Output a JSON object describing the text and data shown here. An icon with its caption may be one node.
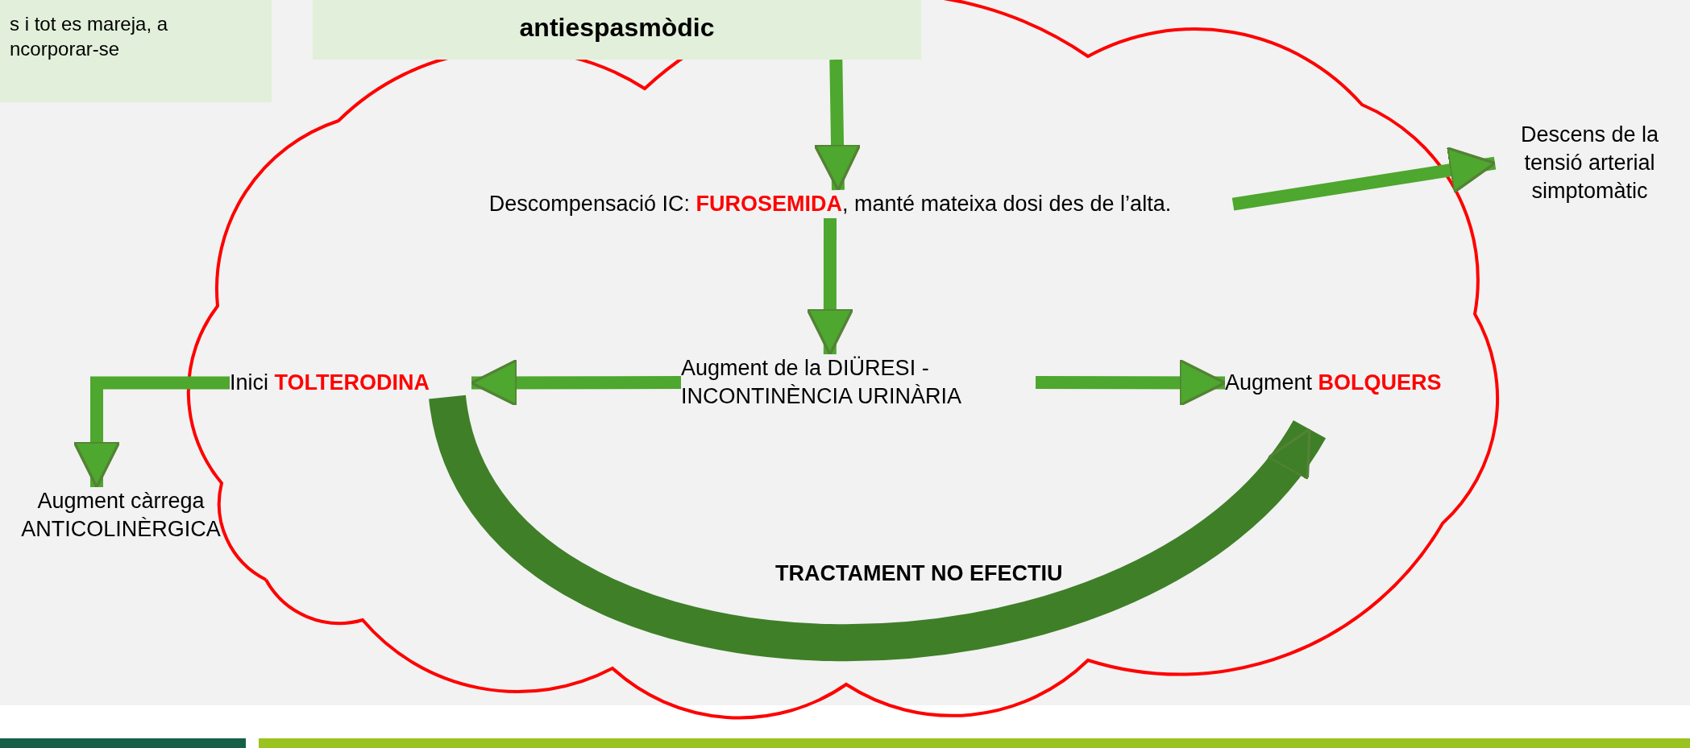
{
  "diagram": {
    "nodes": [
      {
        "text": [
          "s i tot es mareja, a ncorporar-se"
        ]
      },
      {
        "text": [
          "antiespasmòdic"
        ]
      },
      {
        "text": [
          "Descompensació IC: **FUROSEMIDA**, manté mateixa dosi des de l’alta."
        ]
      },
      {
        "text": [
          "Descens de la tensió arterial simptomàtic"
        ]
      },
      {
        "text": [
          "Inici **TOLTERODINA**"
        ]
      },
      {
        "text": [
          "Augment de la DIÜRESI - INCONTINÈNCIA URINÀRIA"
        ]
      },
      {
        "text": [
          "Augment **BOLQUERS**"
        ]
      },
      {
        "text": [
          "Augment càrrega ANTICOLINÈRGICA"
        ]
      }
    ],
    "edges": [
      {
        "from": 1,
        "to": 2,
        "arrow": "to"
      },
      {
        "from": 2,
        "to": 5,
        "arrow": "to"
      },
      {
        "from": 2,
        "to": 3,
        "arrow": "to"
      },
      {
        "from": 5,
        "to": 4,
        "arrow": "to"
      },
      {
        "from": 5,
        "to": 6,
        "arrow": "to"
      },
      {
        "from": 4,
        "to": 7,
        "arrow": "to"
      },
      {
        "from": 4,
        "to": 6,
        "arrow": "to",
        "label": "TRACTAMENT NO EFECTIU",
        "style": "thick",
        "color": "#3f7f28"
      }
    ]
  }
}
